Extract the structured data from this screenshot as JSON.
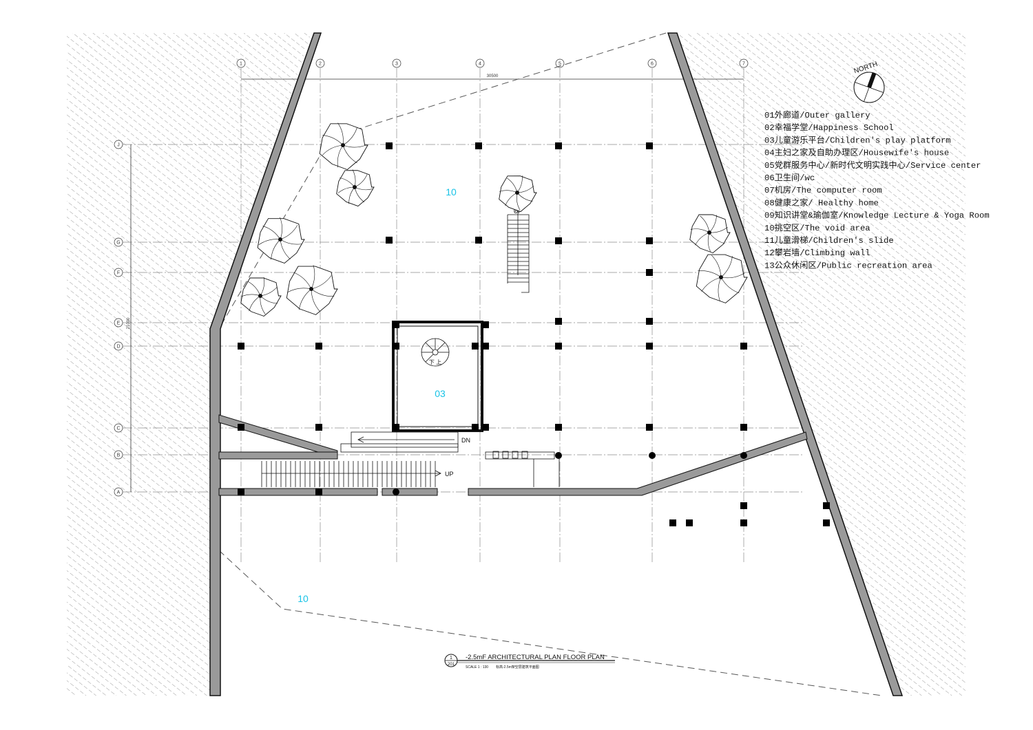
{
  "grid": {
    "columns": [
      "1",
      "2",
      "3",
      "4",
      "5",
      "6",
      "7"
    ],
    "rows": [
      "J",
      "G",
      "F",
      "E",
      "D",
      "C",
      "B",
      "A"
    ],
    "overall_width": "30500",
    "overall_depth": "21000"
  },
  "north_label": "NORTH",
  "legend": [
    "01外廊道/Outer gallery",
    "02幸福学堂/Happiness School",
    "03儿童游乐平台/Children's play platform",
    "04主妇之家及自助办理区/Housewife's house",
    "05党群服务中心/新时代文明实践中心/Service center",
    "06卫生间/wc",
    "07机房/The computer room",
    "08健康之家/ Healthy home",
    "09知识讲堂&瑜伽室/Knowledge Lecture & Yoga Room",
    "10挑空区/The void area",
    "11儿童滑梯/Children's slide",
    "12攀岩墙/Climbing wall",
    "13公众休闲区/Public recreation area"
  ],
  "zones": {
    "void_top": "10",
    "play_platform": "03",
    "void_bottom": "10"
  },
  "stair_labels": {
    "up_top": "UP",
    "dn": "DN",
    "up_bottom": "UP",
    "spiral": "下 上"
  },
  "title_block": {
    "number_top": "1",
    "number_bottom": "201",
    "title": "-2.5mF ARCHITECTURAL PLAN  FLOOR PLAN",
    "scale": "SCALE 1 : 130",
    "subtitle_cn": "标高-2.5m架空层建筑平面图"
  },
  "colors": {
    "zone_label": "#19c3e6",
    "wall_fill": "#9a9a9a",
    "column": "#000000",
    "grid_line": "#8a8a8a"
  }
}
